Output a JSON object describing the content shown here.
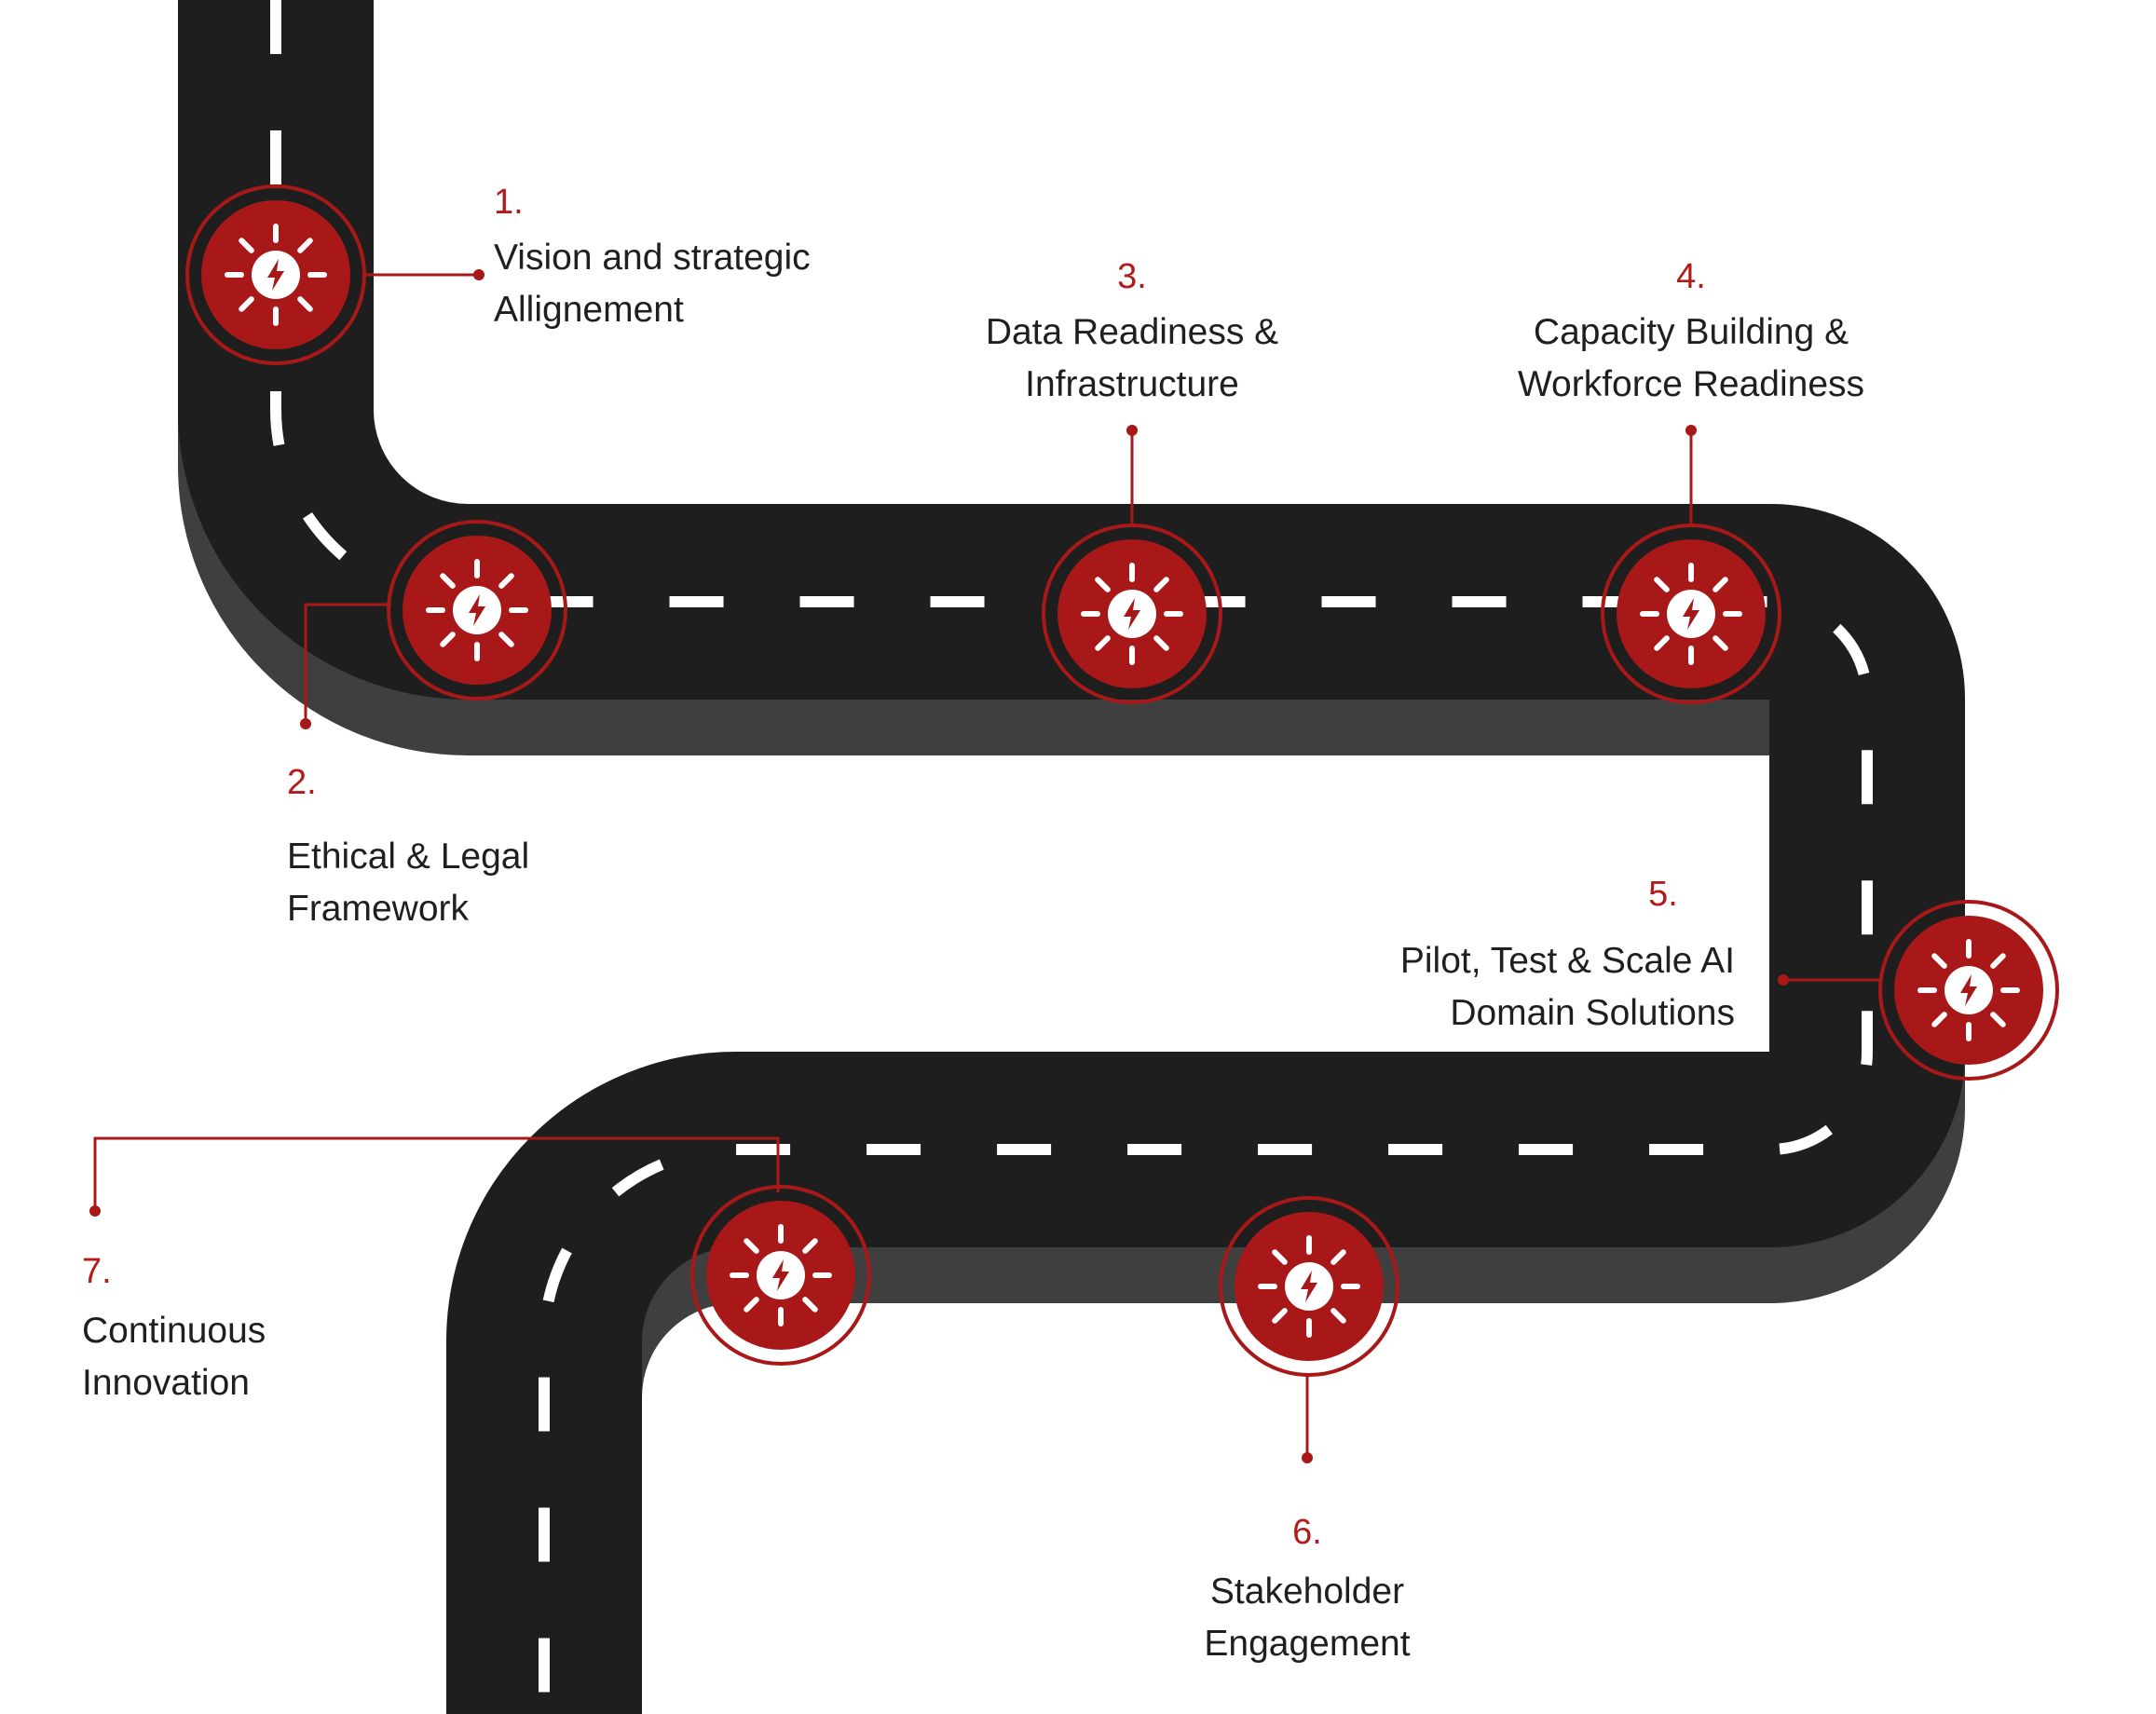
{
  "diagram": {
    "colors": {
      "road": "#1e1e1e",
      "road_shadow": "#3f3f3f",
      "lane_marking": "#ffffff",
      "accent": "#a81818",
      "text": "#1f1f1f"
    },
    "milestone_icon": "sun-bolt-icon",
    "steps": [
      {
        "number": "1.",
        "lines": [
          "Vision and strategic",
          "Allignement"
        ]
      },
      {
        "number": "2.",
        "lines": [
          "Ethical & Legal",
          "Framework"
        ]
      },
      {
        "number": "3.",
        "lines": [
          "Data Readiness &",
          "Infrastructure"
        ]
      },
      {
        "number": "4.",
        "lines": [
          "Capacity Building &",
          "Workforce Readiness"
        ]
      },
      {
        "number": "5.",
        "lines": [
          "Pilot, Test & Scale AI",
          "Domain Solutions"
        ]
      },
      {
        "number": "6.",
        "lines": [
          "Stakeholder",
          "Engagement"
        ]
      },
      {
        "number": "7.",
        "lines": [
          "Continuous",
          "Innovation"
        ]
      }
    ]
  }
}
